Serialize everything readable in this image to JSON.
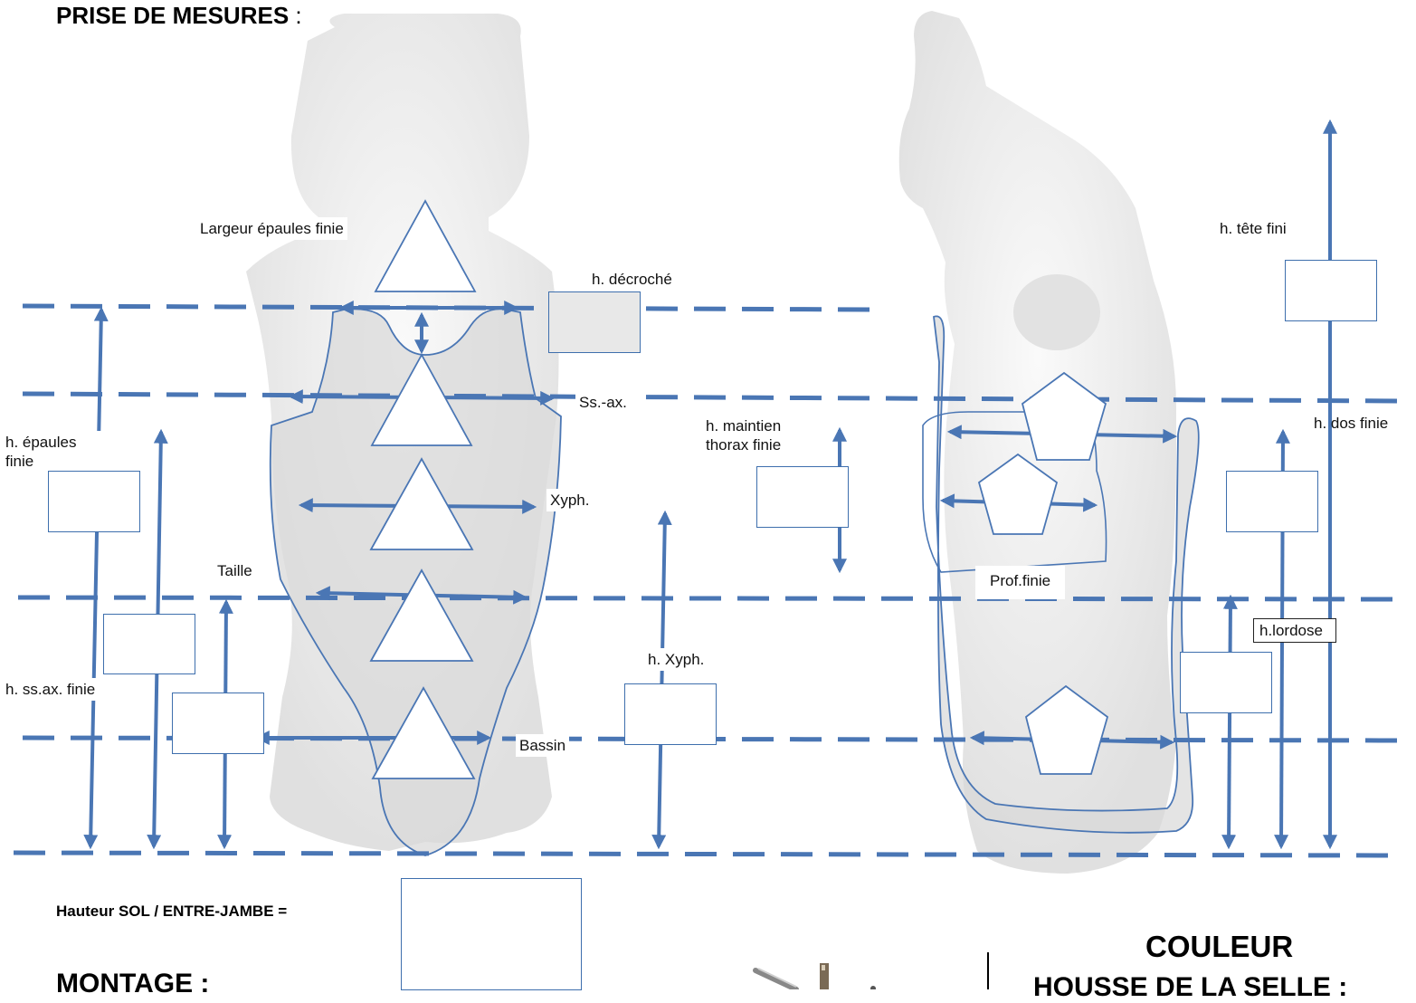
{
  "page": {
    "title": "PRISE DE MESURES",
    "title_suffix": " :"
  },
  "front_labels": {
    "shoulder_width": "Largeur épaules finie",
    "h_decroche": "h. décroché",
    "ss_ax": "Ss.-ax.",
    "h_epaules": "h. épaules finie",
    "xyph": "Xyph.",
    "taille": "Taille",
    "h_ss_ax": "h. ss.ax. finie",
    "h_xyph": "h. Xyph.",
    "bassin": "Bassin"
  },
  "side_labels": {
    "h_tete": "h. tête fini",
    "h_maintien_thorax": "h. maintien thorax finie",
    "h_dos": "h. dos finie",
    "prof": "Prof.finie",
    "h_lordose": "h.lordose"
  },
  "bottom": {
    "hauteur_label": "Hauteur SOL / ENTRE-JAMBE =",
    "montage": "MONTAGE :",
    "couleur": "COULEUR",
    "housse": "HOUSSE DE LA SELLE :"
  },
  "colors": {
    "line": "#4a76b4",
    "mannequin": "#ebebeb",
    "shell": "#d9d9d9"
  }
}
